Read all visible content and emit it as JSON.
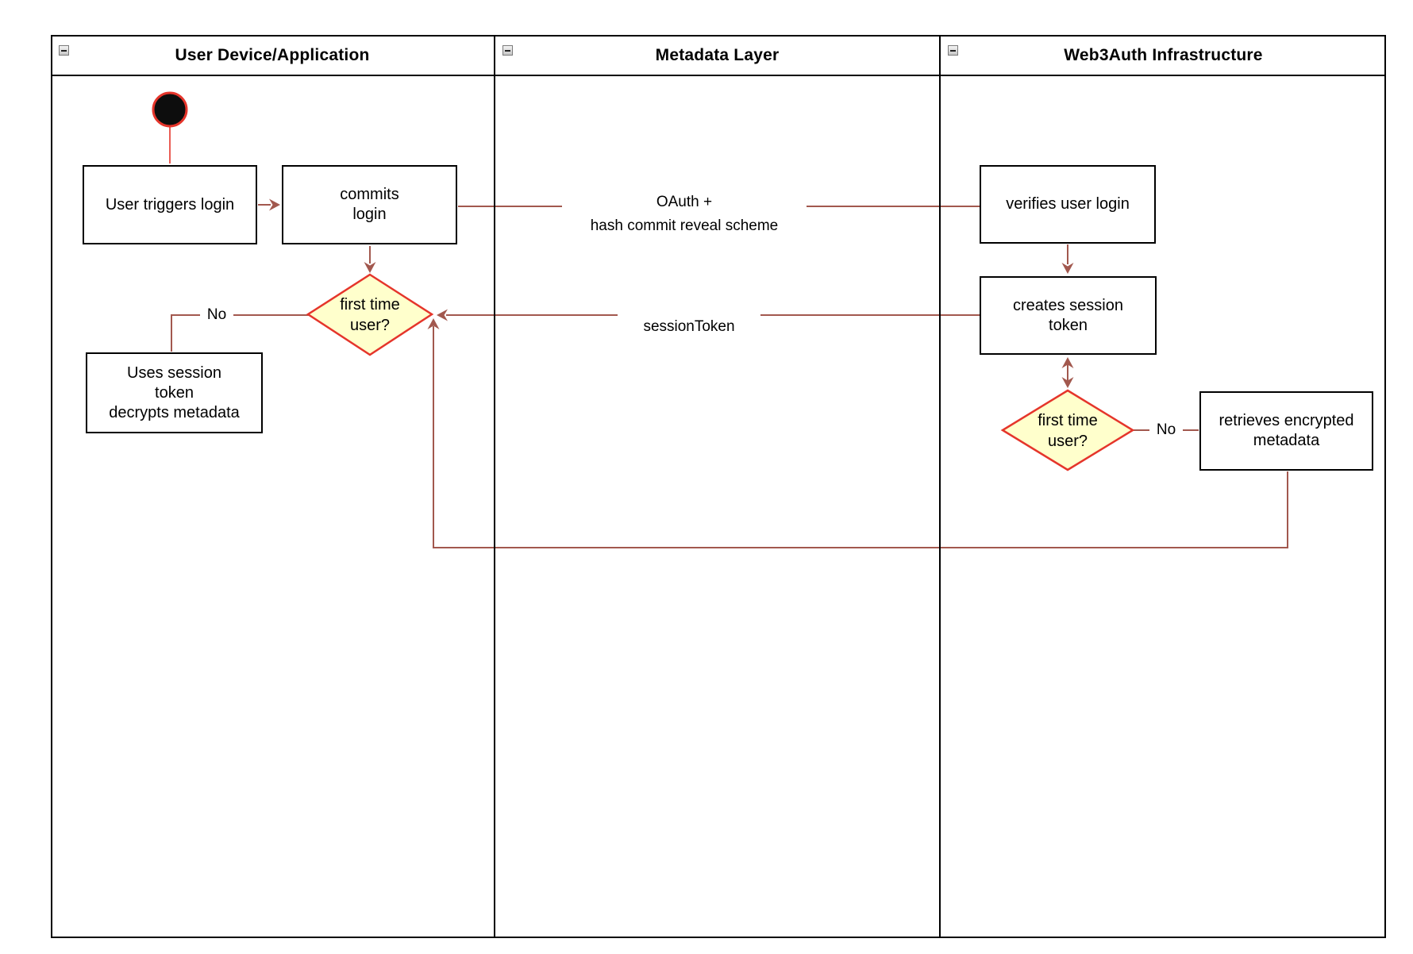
{
  "lanes": [
    {
      "id": "user-device",
      "title": "User Device/Application"
    },
    {
      "id": "metadata-layer",
      "title": "Metadata Layer"
    },
    {
      "id": "web3auth-infrastructure",
      "title": "Web3Auth Infrastructure"
    }
  ],
  "nodes": {
    "start": {
      "type": "initial-state"
    },
    "user_triggers_login": {
      "label": "User triggers login"
    },
    "commits_login": {
      "label": "commits\nlogin"
    },
    "first_time_user_left": {
      "label": "first time\nuser?"
    },
    "uses_session_token": {
      "label": "Uses session\ntoken\ndecrypts metadata"
    },
    "verifies_user_login": {
      "label": "verifies user login"
    },
    "creates_session_token": {
      "label": "creates session\ntoken"
    },
    "first_time_user_right": {
      "label": "first time\nuser?"
    },
    "retrieves_encrypted_metadata": {
      "label": "retrieves encrypted\nmetadata"
    }
  },
  "edge_labels": {
    "oauth": "OAuth +\nhash commit reveal scheme",
    "session_token": "sessionToken",
    "no_left": "No",
    "no_right": "No"
  },
  "icons": {
    "lane_collapse": "minus-square"
  },
  "colors": {
    "connector": "#a2584e",
    "flow_red": "#e5352b",
    "decision_fill": "#ffffcc",
    "node_border": "#000000",
    "start_fill": "#0d0d0d"
  }
}
